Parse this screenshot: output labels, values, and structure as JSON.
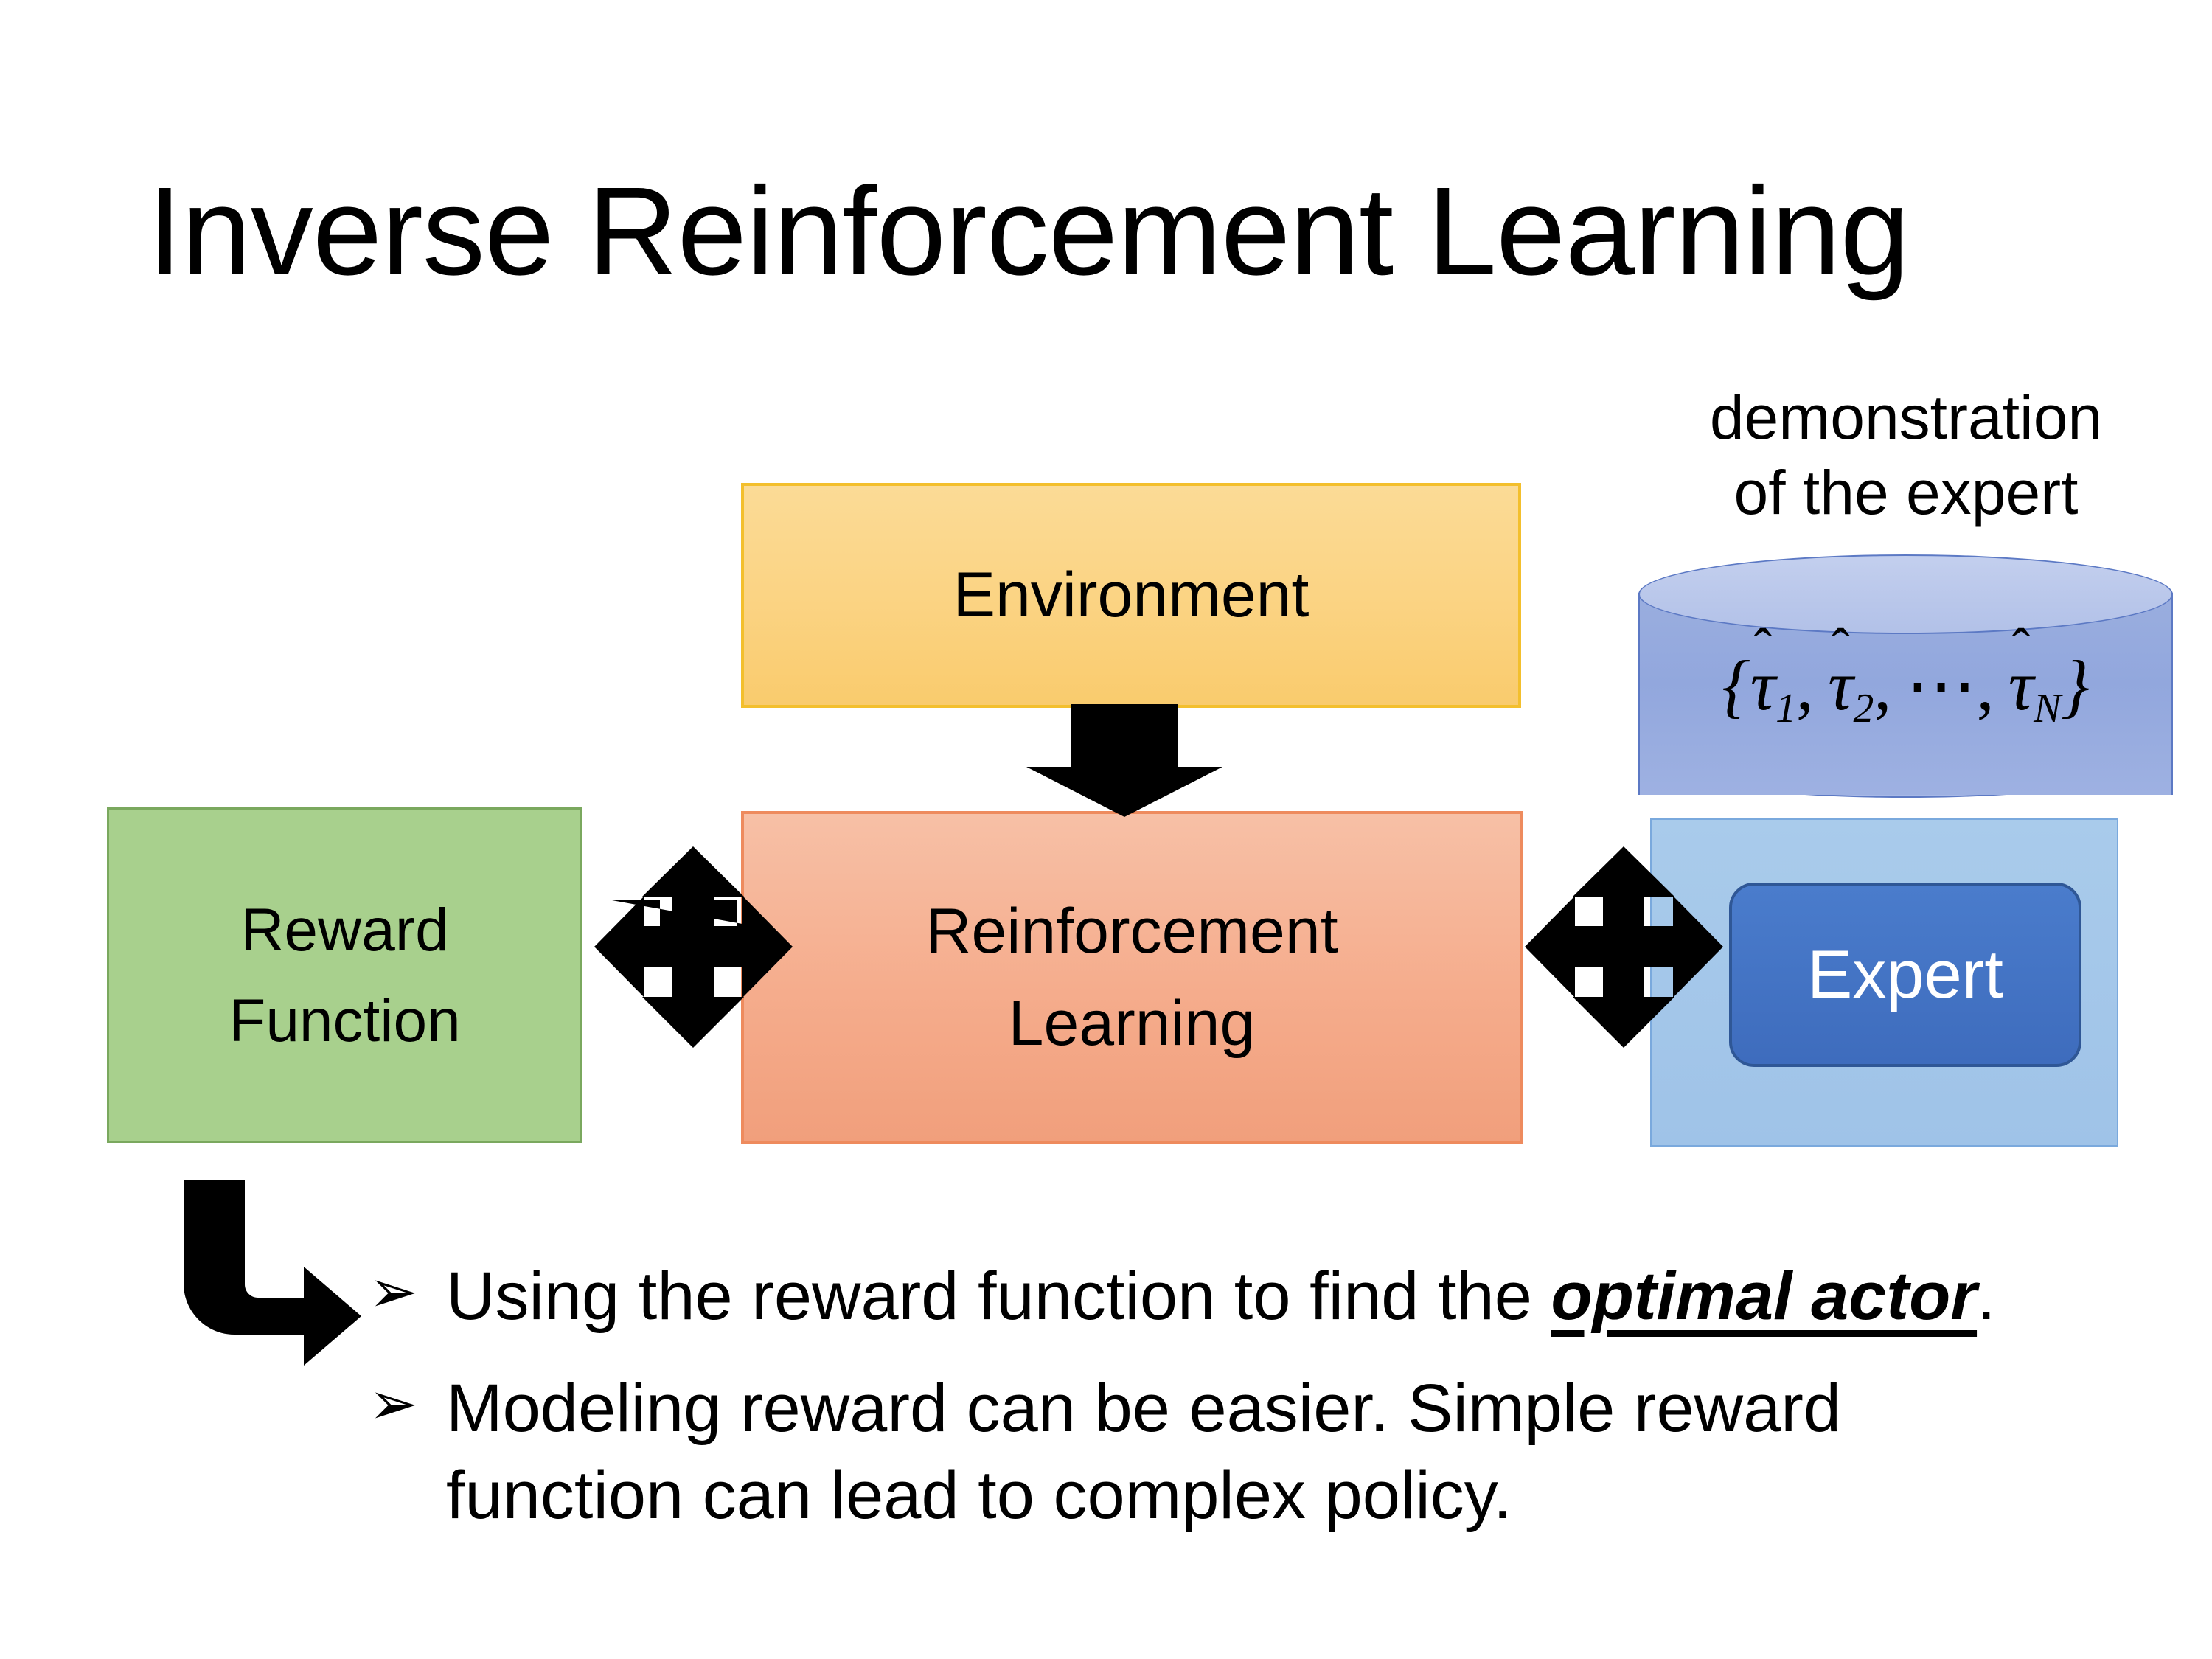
{
  "slide": {
    "title": "Inverse Reinforcement Learning",
    "background_color": "#ffffff"
  },
  "diagram": {
    "environment": {
      "label": "Environment",
      "fill_color": "#fbd382",
      "border_color": "#f3bf2d"
    },
    "reinforcement_learning": {
      "line1": "Reinforcement",
      "line2": "Learning",
      "fill_color": "#f5ac8c",
      "border_color": "#ee8b5e"
    },
    "reward_function": {
      "line1": "Reward",
      "line2": "Function",
      "fill_color": "#a8d08d",
      "border_color": "#7aa85e"
    },
    "expert_group": {
      "caption_line1": "demonstration",
      "caption_line2": "of the expert",
      "container_fill": "#a9cbeb",
      "cylinder_fill": "#9aaedf",
      "cylinder_top_fill": "#c3cfee",
      "cylinder_border": "#5c79c4",
      "trajectories": {
        "open_brace": "{",
        "tau": "τ",
        "hat": "̂",
        "sub1": "1",
        "sub2": "2",
        "subN": "N",
        "comma": ",",
        "ellipsis": "⋯",
        "close_brace": "}",
        "plain_text": "{τ̂1, τ̂2, ⋯, τ̂N}"
      },
      "expert_chip": {
        "label": "Expert",
        "fill_color": "#3e6cbd",
        "border_color": "#2f5796",
        "text_color": "#ffffff"
      }
    },
    "arrows": {
      "environment_to_rl": "down-block-arrow",
      "reward_to_rl": "quad-arrow",
      "rl_to_expert": "quad-arrow",
      "reward_to_bullets": "elbow-arrow",
      "color": "#000000"
    }
  },
  "bullets": [
    {
      "marker": "➢",
      "text_before": "Using the reward function to find the ",
      "emphasis": "optimal actor",
      "text_after": "."
    },
    {
      "marker": "➢",
      "text_before": "Modeling reward can be easier. Simple reward function can lead to complex policy.",
      "emphasis": "",
      "text_after": ""
    }
  ]
}
